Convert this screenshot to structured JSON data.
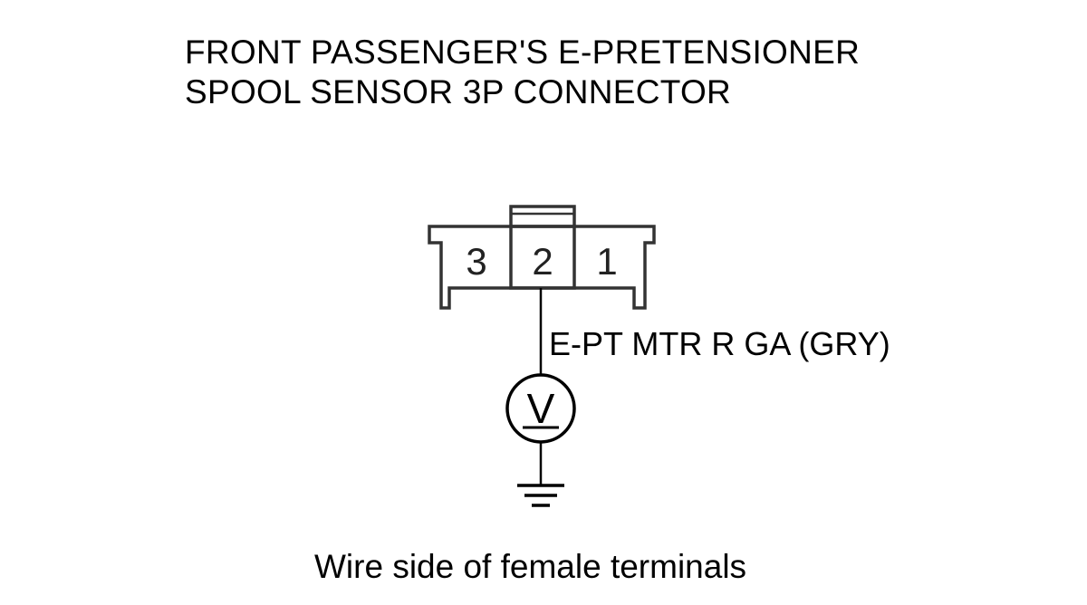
{
  "title": {
    "line1": "FRONT PASSENGER'S E-PRETENSIONER",
    "line2": "SPOOL SENSOR 3P CONNECTOR"
  },
  "connector": {
    "terminals": [
      "3",
      "2",
      "1"
    ]
  },
  "wire": {
    "label": "E-PT MTR R GA (GRY)"
  },
  "meter": {
    "symbol": "V"
  },
  "caption": "Wire side of female terminals"
}
